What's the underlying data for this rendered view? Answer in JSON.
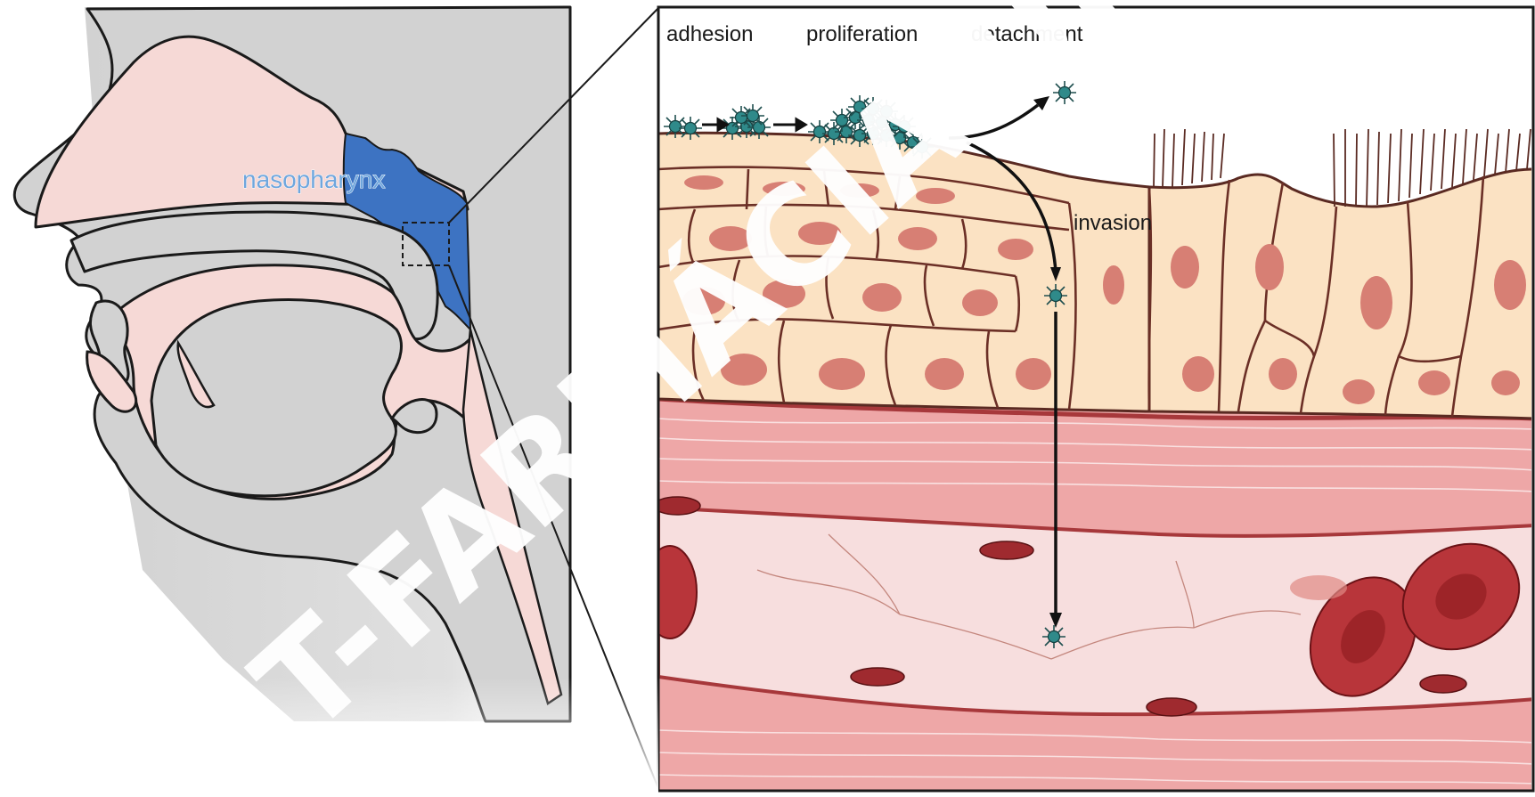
{
  "labels": {
    "nasopharynx": "nasopharynx",
    "adhesion": "adhesion",
    "proliferation": "proliferation",
    "detachment": "detachment",
    "invasion": "invasion"
  },
  "watermark": "ET-FARMÁCIA UFP",
  "colors": {
    "head_gray": "#d2d2d2",
    "airway_pink": "#f6d9d6",
    "nasopharynx_blue": "#3d73c2",
    "epithelium": "#fbe2c3",
    "nucleus": "#d77f74",
    "tissue_pink": "#eea7a7",
    "vessel_fill": "#f7dede",
    "blood_cell": "#b8353a",
    "bacteria": "#2f8a8a"
  }
}
